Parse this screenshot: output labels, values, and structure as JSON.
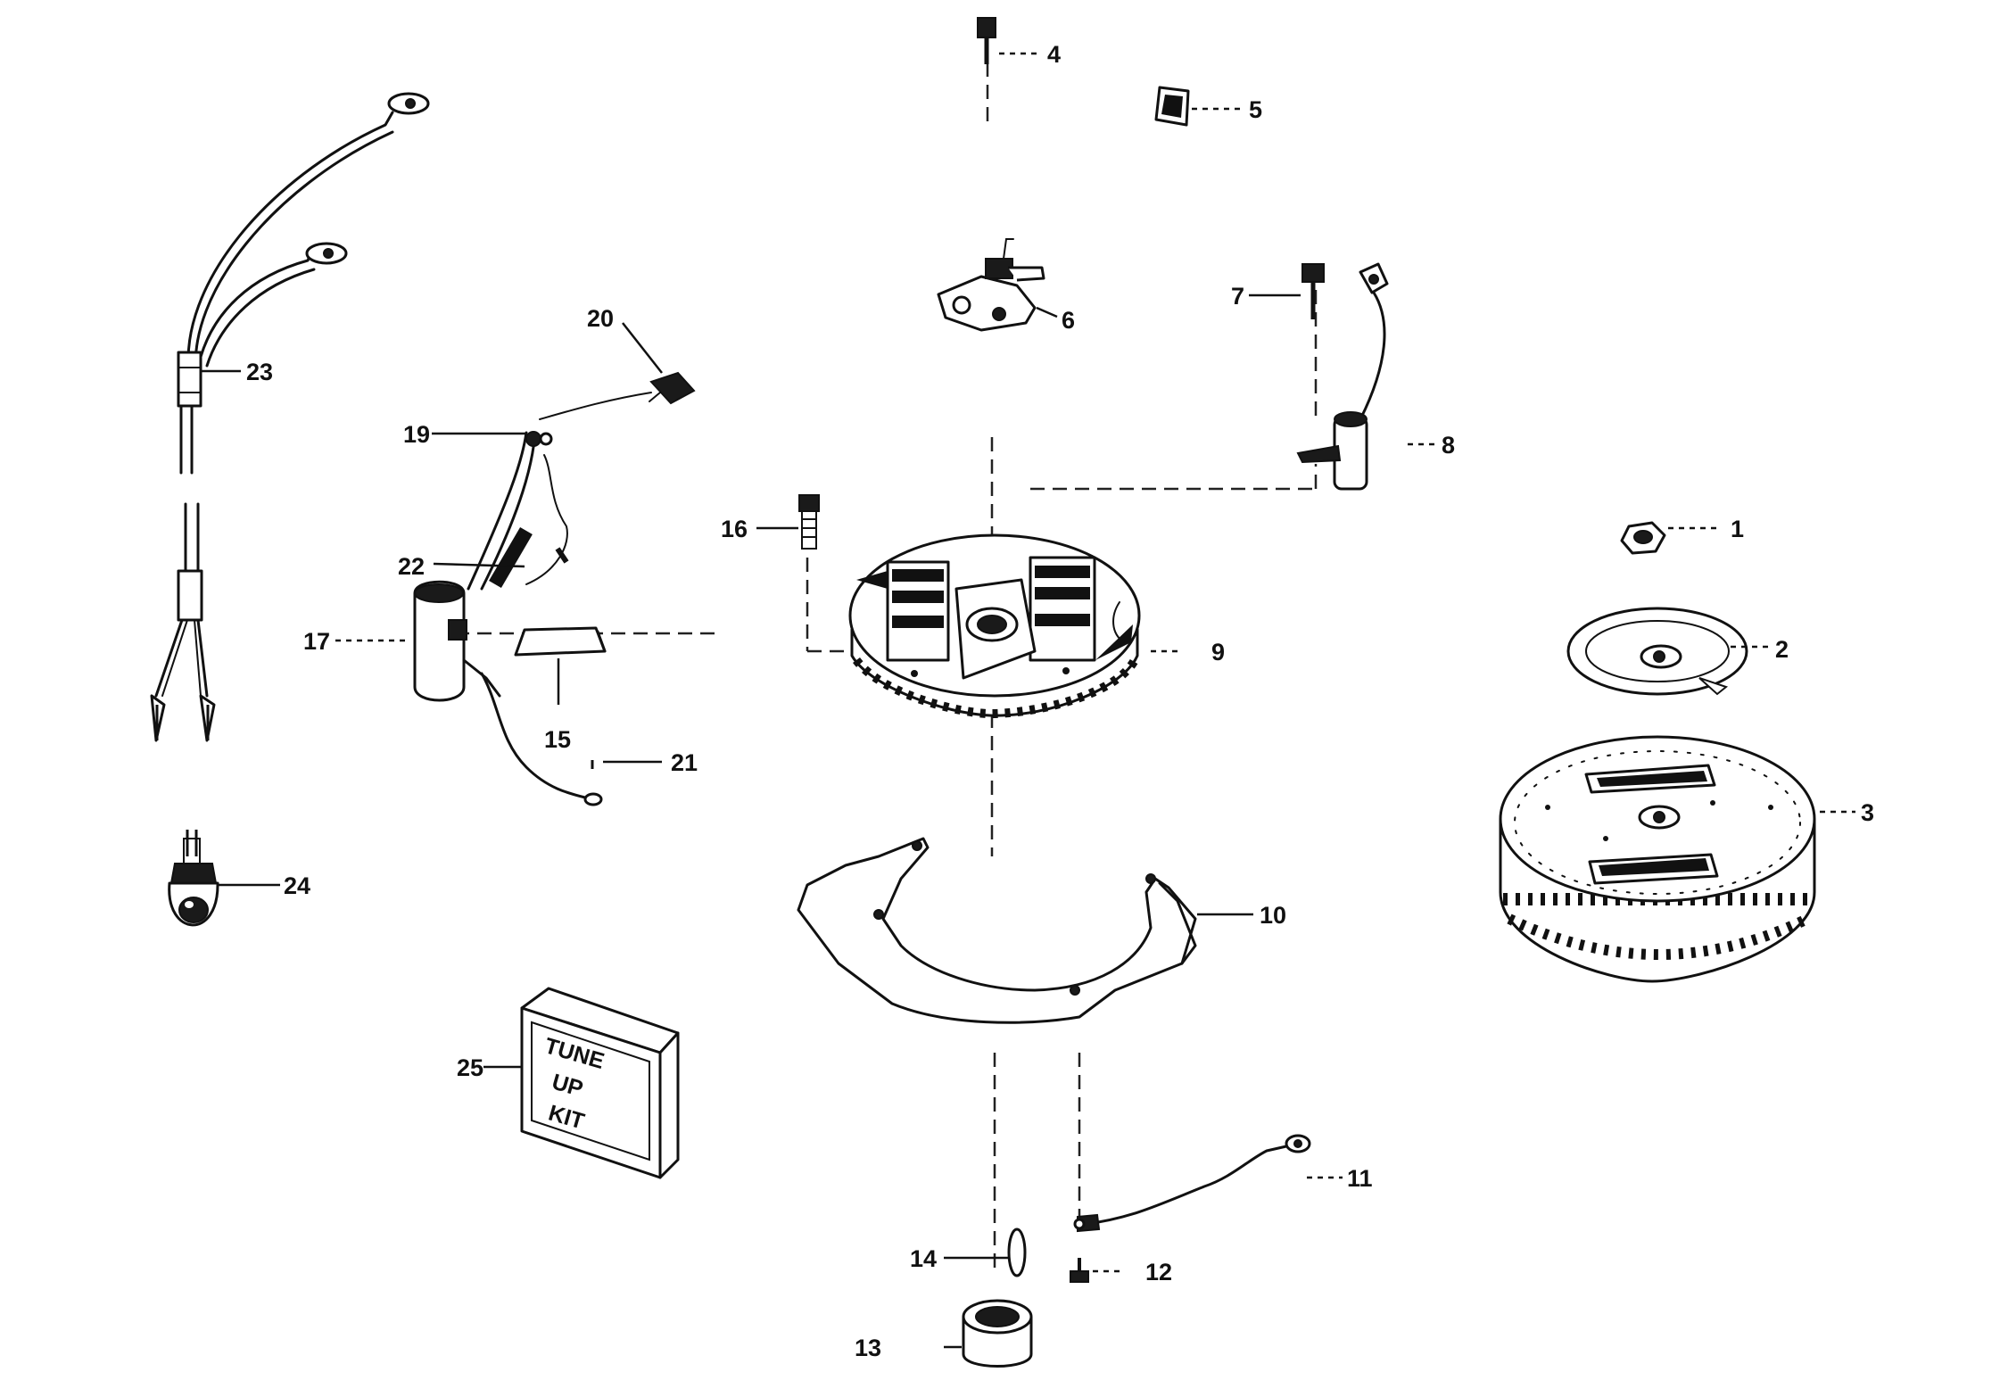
{
  "callouts": [
    "1",
    "2",
    "3",
    "4",
    "5",
    "6",
    "7",
    "8",
    "9",
    "10",
    "11",
    "12",
    "13",
    "14",
    "15",
    "16",
    "17",
    "19",
    "20",
    "21",
    "22",
    "23",
    "24",
    "25"
  ],
  "kit_box": {
    "line1": "TUNE",
    "line2": "UP",
    "line3": "KIT"
  },
  "icons": {
    "part_1": "hex-nut-icon",
    "part_2": "retainer-washer-icon",
    "part_3": "flywheel-icon",
    "part_4": "screw-icon",
    "part_5": "felt-wick-icon",
    "part_6": "breaker-points-icon",
    "part_7": "screw-icon",
    "part_8": "condenser-icon",
    "part_9": "stator-plate-icon",
    "part_10": "cam-follower-plate-icon",
    "part_11": "ground-wire-icon",
    "part_12": "screw-icon",
    "part_13": "bearing-icon",
    "part_14": "washer-icon",
    "part_15": "wedge-icon",
    "part_16": "bolt-icon",
    "part_17": "ignition-coil-icon",
    "part_19": "clip-icon",
    "part_20": "spark-plug-boot-icon",
    "part_21": "ground-lead-icon",
    "part_22": "coil-wire-icon",
    "part_23": "wiring-harness-icon",
    "part_24": "stop-switch-icon",
    "part_25": "tune-up-kit-icon"
  }
}
